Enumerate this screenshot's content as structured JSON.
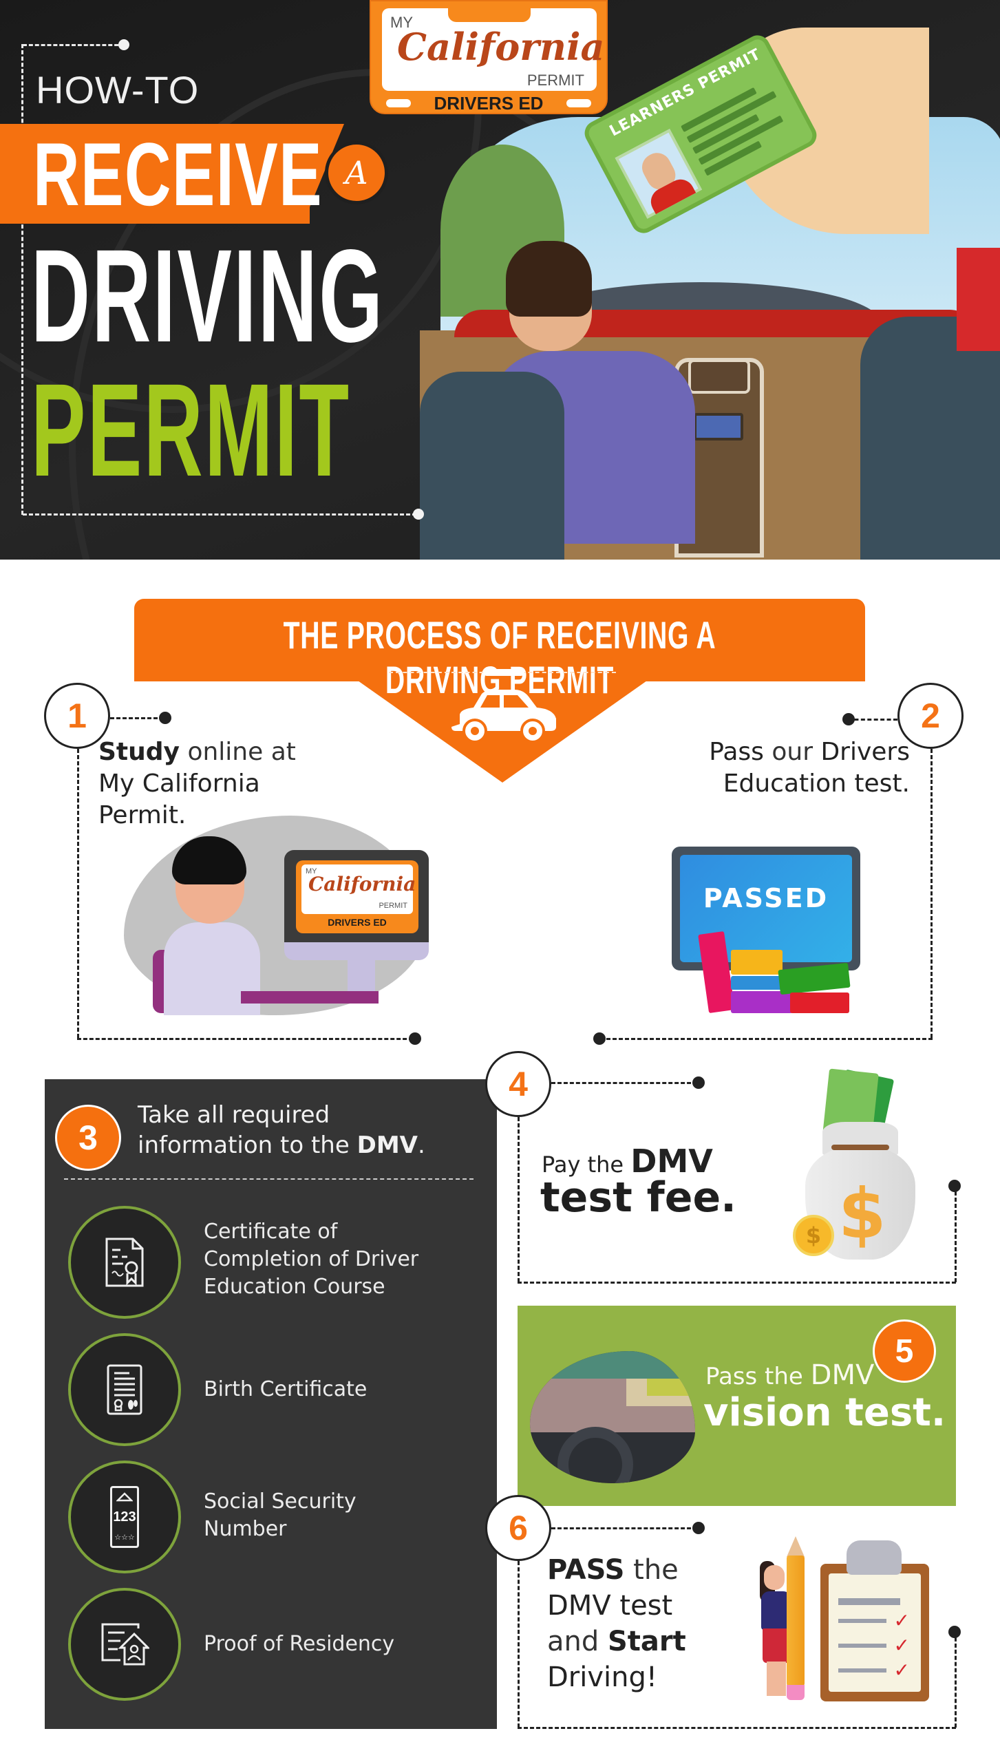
{
  "hero": {
    "howto": "HOW-TO",
    "receive": "RECEIVE",
    "a_badge": "A",
    "driving": "DRIVING",
    "permit": "PERMIT",
    "card_title": "LEARNERS PERMIT"
  },
  "logo": {
    "my": "MY",
    "california": "California",
    "permit": "PERMIT",
    "drivers_ed": "DRIVERS ED"
  },
  "process": {
    "title": "THE PROCESS OF RECEIVING A DRIVING PERMIT"
  },
  "steps": [
    {
      "number": "1",
      "bold1": "Study",
      "light1": " online at",
      "line2": "My California",
      "line3": "Permit."
    },
    {
      "number": "2",
      "bold1": "Pass",
      "light1": " our ",
      "bold2": "Drivers",
      "line2": "Education test.",
      "screen_text": "PASSED"
    },
    {
      "number": "3",
      "line1": "Take all required",
      "line2_prefix": "information to the ",
      "line2_bold": "DMV",
      "line2_suffix": ".",
      "requirements": [
        {
          "icon": "certificate-icon",
          "line1": "Certificate of",
          "line2": "Completion of Driver",
          "line3": "Education Course"
        },
        {
          "icon": "birth-certificate-icon",
          "line1": "Birth Certificate"
        },
        {
          "icon": "social-security-card-icon",
          "line1": "Social Security",
          "line2": "Number",
          "icon_number": "123",
          "icon_stars": "☆☆☆"
        },
        {
          "icon": "proof-of-residency-icon",
          "line1": "Proof of Residency"
        }
      ]
    },
    {
      "number": "4",
      "small": "Pay the ",
      "small_bold": "DMV",
      "big": "test fee.",
      "bag_symbol": "$",
      "coin_symbol": "$"
    },
    {
      "number": "5",
      "small": "Pass the ",
      "small_dmv": "DMV",
      "big": "vision test."
    },
    {
      "number": "6",
      "bold1": "PASS",
      "light1": " the",
      "line2": "DMV test",
      "light3": "and ",
      "bold3": "Start",
      "line4": "Driving!",
      "check_glyph": "✓"
    }
  ],
  "colors": {
    "orange": "#f5700f",
    "green_text": "#a3c81d",
    "green_box": "#93b446",
    "dark_box": "#353535",
    "hero_bg": "#1f1f1f"
  }
}
